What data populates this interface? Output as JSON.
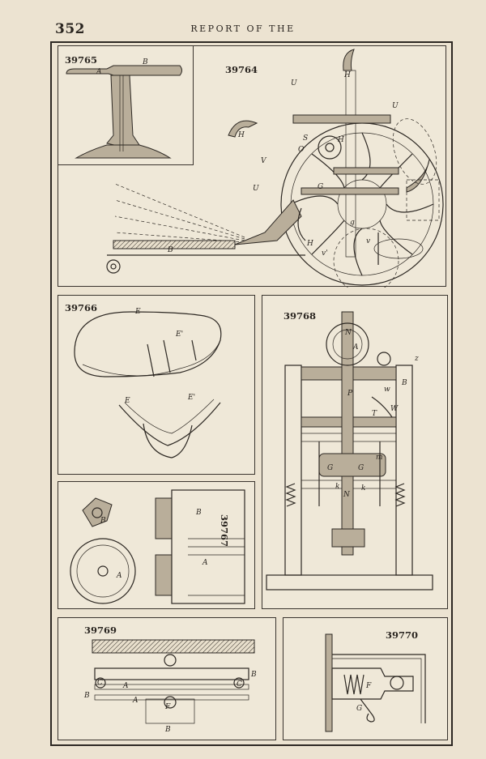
{
  "header": {
    "page_number": "352",
    "running_head": "REPORT OF THE"
  },
  "figures": {
    "f39765": {
      "number": "39765",
      "labels": [
        "A",
        "B"
      ]
    },
    "f39764": {
      "number": "39764",
      "labels": [
        "H",
        "U",
        "U",
        "H",
        "S",
        "H",
        "V",
        "U",
        "O",
        "G",
        "g",
        "H",
        "B",
        "v",
        "v'"
      ]
    },
    "f39766": {
      "number": "39766",
      "labels": [
        "E",
        "E'",
        "E",
        "E'"
      ]
    },
    "f39768": {
      "number": "39768",
      "labels": [
        "N",
        "A",
        "z",
        "P",
        "w",
        "B",
        "T",
        "W",
        "m",
        "G",
        "G",
        "k",
        "k",
        "N"
      ]
    },
    "f39767": {
      "number": "39767",
      "labels": [
        "B",
        "A",
        "B",
        "A"
      ]
    },
    "f39769": {
      "number": "39769",
      "labels": [
        "B",
        "C",
        "A",
        "C",
        "B",
        "A",
        "F",
        "B"
      ]
    },
    "f39770": {
      "number": "39770",
      "labels": [
        "F",
        "G"
      ]
    }
  }
}
